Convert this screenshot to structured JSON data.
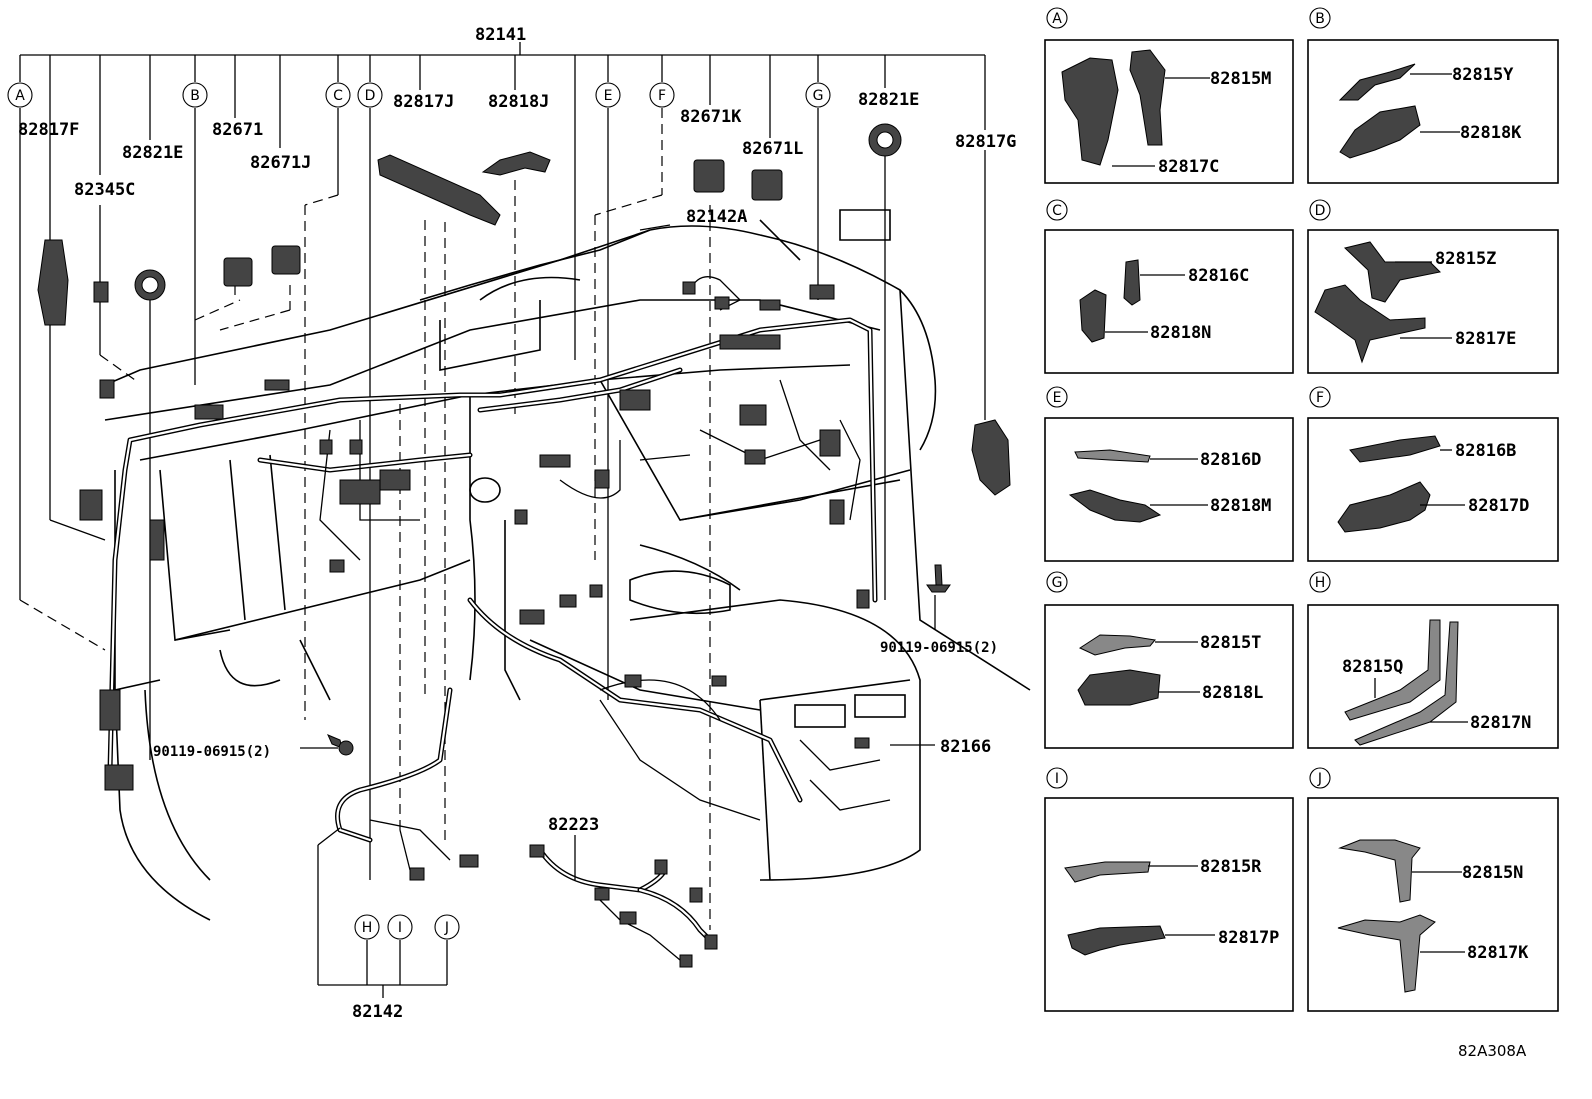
{
  "main": {
    "top_label": "82141",
    "bottom_label": "82142",
    "callouts": {
      "p82817F": "82817F",
      "p82821E_left": "82821E",
      "p82345C": "82345C",
      "p82671": "82671",
      "p82671J": "82671J",
      "p82817J": "82817J",
      "p82818J": "82818J",
      "p82671K": "82671K",
      "p82671L": "82671L",
      "p82142A": "82142A",
      "p82821E_right": "82821E",
      "p82817G": "82817G",
      "p82166": "82166",
      "p82223": "82223",
      "bolt_left": "90119-06915(2)",
      "bolt_right": "90119-06915(2)"
    },
    "markers_top": [
      "A",
      "B",
      "C",
      "D",
      "E",
      "F",
      "G"
    ],
    "markers_bottom": [
      "H",
      "I",
      "J"
    ]
  },
  "panels": [
    {
      "letter": "A",
      "parts": [
        "82815M",
        "82817C"
      ]
    },
    {
      "letter": "B",
      "parts": [
        "82815Y",
        "82818K"
      ]
    },
    {
      "letter": "C",
      "parts": [
        "82816C",
        "82818N"
      ]
    },
    {
      "letter": "D",
      "parts": [
        "82815Z",
        "82817E"
      ]
    },
    {
      "letter": "E",
      "parts": [
        "82816D",
        "82818M"
      ]
    },
    {
      "letter": "F",
      "parts": [
        "82816B",
        "82817D"
      ]
    },
    {
      "letter": "G",
      "parts": [
        "82815T",
        "82818L"
      ]
    },
    {
      "letter": "H",
      "parts": [
        "82815Q",
        "82817N"
      ]
    },
    {
      "letter": "I",
      "parts": [
        "82815R",
        "82817P"
      ]
    },
    {
      "letter": "J",
      "parts": [
        "82815N",
        "82817K"
      ]
    }
  ],
  "diagram_code": "82A308A"
}
